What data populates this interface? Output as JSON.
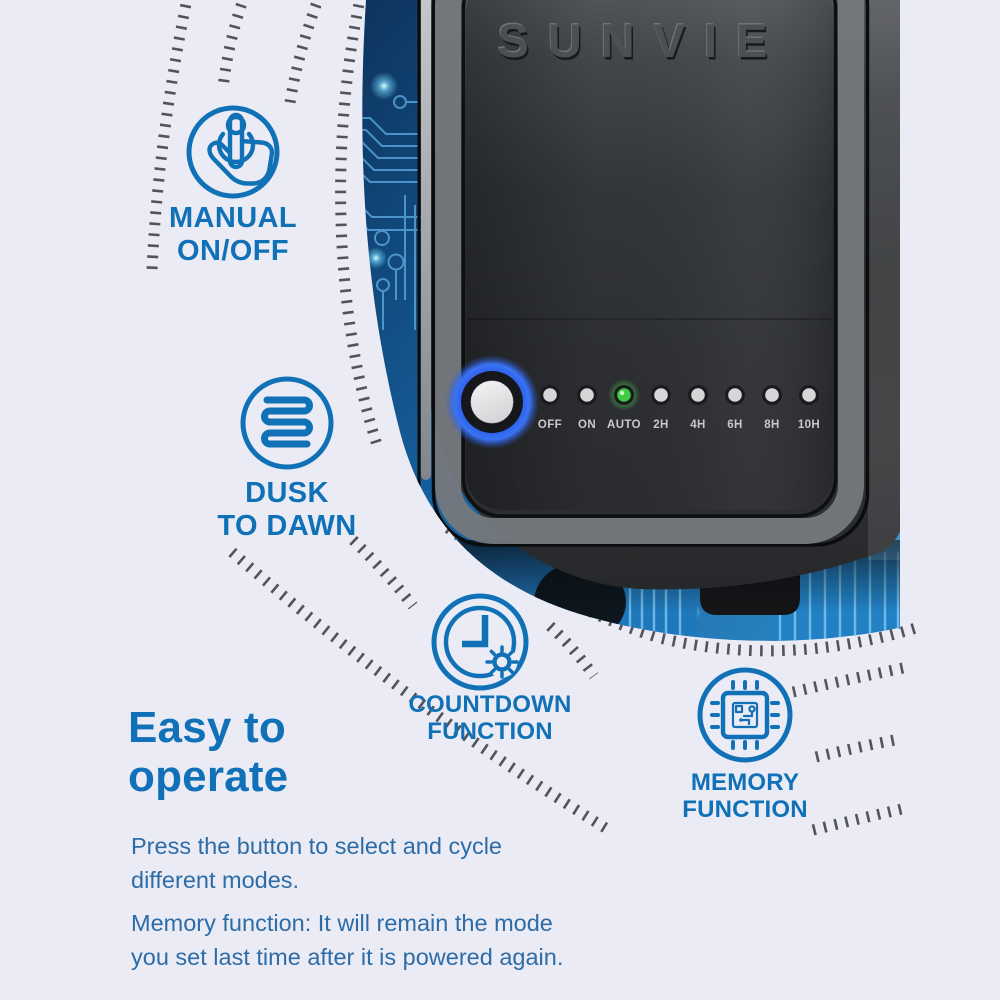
{
  "device": {
    "brand_label": "SUNVIE",
    "control_panel": {
      "button_name": "mode-select-button",
      "active_mode": "AUTO",
      "leds": [
        {
          "label": "OFF",
          "state": "off"
        },
        {
          "label": "ON",
          "state": "off"
        },
        {
          "label": "AUTO",
          "state": "on"
        },
        {
          "label": "2H",
          "state": "off"
        },
        {
          "label": "4H",
          "state": "off"
        },
        {
          "label": "6H",
          "state": "off"
        },
        {
          "label": "8H",
          "state": "off"
        },
        {
          "label": "10H",
          "state": "off"
        }
      ]
    }
  },
  "features": [
    {
      "icon": "tap-icon",
      "line1": "MANUAL",
      "line2": "ON/OFF"
    },
    {
      "icon": "dusk-to-dawn-icon",
      "line1": "DUSK",
      "line2": "TO DAWN"
    },
    {
      "icon": "countdown-clock-icon",
      "line1": "COUNTDOWN",
      "line2": "FUNCTION"
    },
    {
      "icon": "memory-chip-icon",
      "line1": "MEMORY",
      "line2": "FUNCTION"
    }
  ],
  "heading": {
    "line1": "Easy to",
    "line2": "operate"
  },
  "description": {
    "p1_line1": "Press the button to select and cycle",
    "p1_line2": "different modes.",
    "p2_line1": "Memory function: It will remain the mode",
    "p2_line2": "you set last time after it is powered again."
  },
  "colors": {
    "background": "#eaebf4",
    "accent_blue": "#1171b7",
    "heading_blue": "#1070b8",
    "body_text_blue": "#2d6ca7",
    "tick_mark_gray": "#45464c",
    "circuit_blue_dark": "#0d3057",
    "circuit_blue_light": "#2f8cc7",
    "device_body_gray": "#35383b",
    "button_glow_blue": "#2f62ee",
    "button_face": "#eceded",
    "led_unlit": "#d5d6d8",
    "led_active_green": "#3ecb44",
    "led_label_gray": "#c8c9cb",
    "brand_emboss_gray": "#4c4f53"
  }
}
